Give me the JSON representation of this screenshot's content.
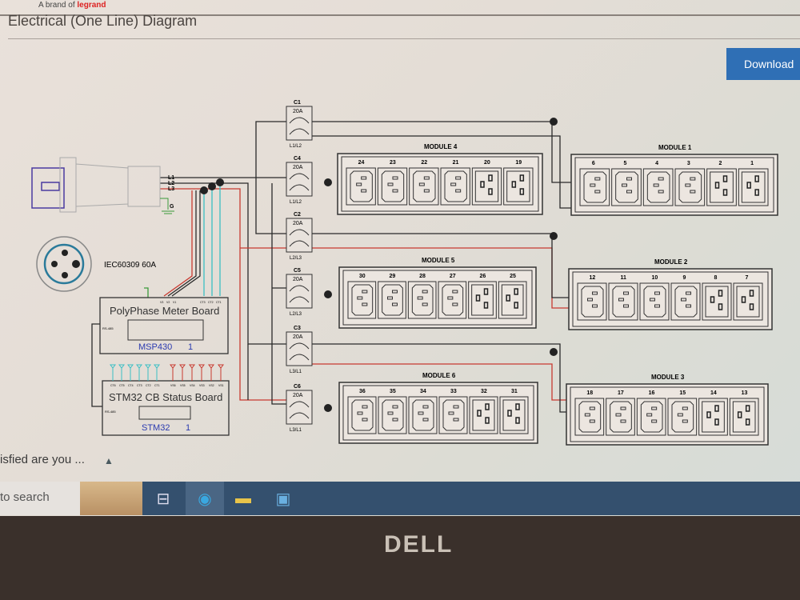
{
  "header": {
    "brand": "A brand of",
    "brand_red": "legrand",
    "title": "Electrical (One Line) Diagram",
    "download_label": "Download"
  },
  "diagram": {
    "inlet": {
      "label": "IEC60309 60A",
      "phases": [
        "L1",
        "L2",
        "L3"
      ],
      "ground": "G"
    },
    "meter_board": {
      "title": "PolyPhase Meter Board",
      "chip": "MSP430",
      "id": "1",
      "port": "RS-485",
      "pins": [
        "V3",
        "V2",
        "V1",
        "CT3",
        "CT2",
        "CT1"
      ]
    },
    "status_board": {
      "title": "STM32 CB Status Board",
      "chip": "STM32",
      "id": "1",
      "port": "RS-485",
      "pins": [
        "CT6",
        "CT5",
        "CT4",
        "CT3",
        "CT2",
        "CT1",
        "VS6",
        "VS5",
        "VS4",
        "VS3",
        "VS2",
        "VS1"
      ]
    },
    "breakers": [
      {
        "name": "C1",
        "rating": "20A",
        "phase": "L1/L2"
      },
      {
        "name": "C4",
        "rating": "20A",
        "phase": "L1/L2"
      },
      {
        "name": "C2",
        "rating": "20A",
        "phase": "L2/L3"
      },
      {
        "name": "C5",
        "rating": "20A",
        "phase": "L2/L3"
      },
      {
        "name": "C3",
        "rating": "20A",
        "phase": "L3/L1"
      },
      {
        "name": "C6",
        "rating": "20A",
        "phase": "L3/L1"
      }
    ],
    "modules": [
      {
        "name": "MODULE 4",
        "outlets": [
          "24",
          "23",
          "22",
          "21",
          "20",
          "19"
        ]
      },
      {
        "name": "MODULE 1",
        "outlets": [
          "6",
          "5",
          "4",
          "3",
          "2",
          "1"
        ]
      },
      {
        "name": "MODULE 5",
        "outlets": [
          "30",
          "29",
          "28",
          "27",
          "26",
          "25"
        ]
      },
      {
        "name": "MODULE 2",
        "outlets": [
          "12",
          "11",
          "10",
          "9",
          "8",
          "7"
        ]
      },
      {
        "name": "MODULE 6",
        "outlets": [
          "36",
          "35",
          "34",
          "33",
          "32",
          "31"
        ]
      },
      {
        "name": "MODULE 3",
        "outlets": [
          "18",
          "17",
          "16",
          "15",
          "14",
          "13"
        ]
      }
    ]
  },
  "footer": {
    "survey": "isfied are you ...",
    "search": "to search"
  },
  "monitor": {
    "logo": "DELL"
  },
  "colors": {
    "wire": "#2a2a2a",
    "red_wire": "#c83a30",
    "cyan_wire": "#3bbfc4",
    "green_wire": "#3a9a3a",
    "accent": "#2f6fb5",
    "taskbar": "#34506e"
  }
}
